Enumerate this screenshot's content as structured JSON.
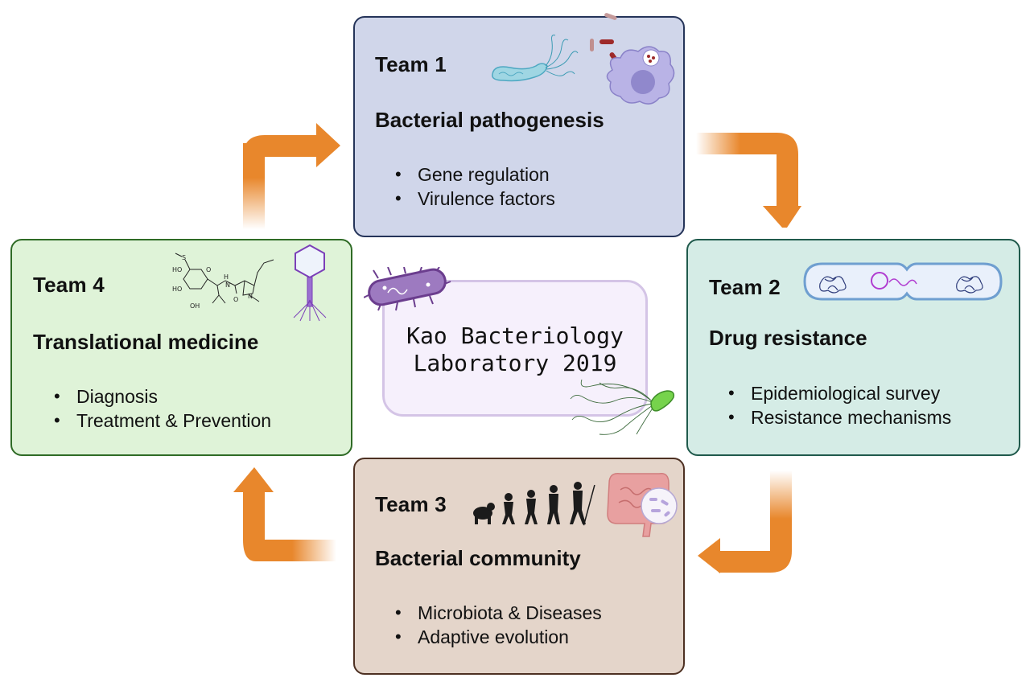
{
  "center": {
    "title_line1": "Kao Bacteriology",
    "title_line2": "Laboratory 2019"
  },
  "teams": [
    {
      "label": "Team 1",
      "topic": "Bacterial pathogenesis",
      "bullets": [
        "Gene regulation",
        "Virulence factors"
      ],
      "color": "#d0d6ea",
      "icons": [
        "flagellated-bacterium-icon",
        "macrophage-icon"
      ]
    },
    {
      "label": "Team 2",
      "topic": "Drug resistance",
      "bullets": [
        "Epidemiological survey",
        "Resistance mechanisms"
      ],
      "color": "#d5ece6",
      "icons": [
        "dividing-bacterium-plasmid-icon"
      ]
    },
    {
      "label": "Team 3",
      "topic": "Bacterial community",
      "bullets": [
        "Microbiota & Diseases",
        "Adaptive evolution"
      ],
      "color": "#e4d5ca",
      "icons": [
        "human-evolution-icon",
        "intestine-microbiota-icon"
      ]
    },
    {
      "label": "Team 4",
      "topic": "Translational medicine",
      "bullets": [
        "Diagnosis",
        "Treatment & Prevention"
      ],
      "color": "#dff3d8",
      "icons": [
        "lincomycin-molecule-icon",
        "bacteriophage-icon"
      ]
    }
  ],
  "arrows": {
    "color": "#e8872c",
    "flow": [
      "Team 4 → Team 1",
      "Team 1 → Team 2",
      "Team 2 → Team 3",
      "Team 3 → Team 4"
    ]
  },
  "molecule_labels": [
    "S",
    "HO",
    "O",
    "H",
    "N",
    "HO",
    "OH",
    "O",
    "N"
  ]
}
